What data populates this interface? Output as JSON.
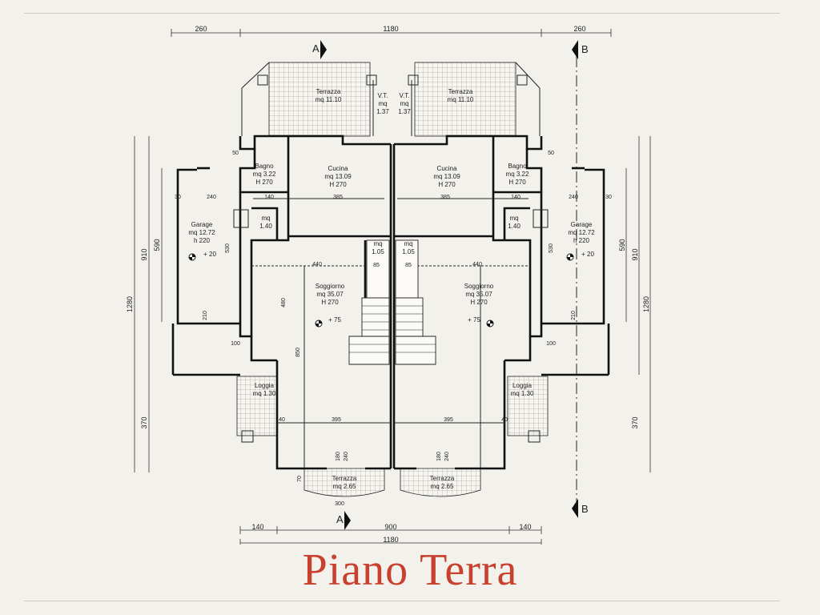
{
  "title": "Piano Terra",
  "section_markers": {
    "a": "A",
    "b": "B"
  },
  "dimensions": {
    "top": [
      "260",
      "1180",
      "260"
    ],
    "bottom": [
      "140",
      "900",
      "140"
    ],
    "bottom_total": "1180",
    "left": [
      "910",
      "590",
      "1280",
      "370"
    ],
    "right": [
      "590",
      "910",
      "1280",
      "370"
    ],
    "inner": [
      "30",
      "240",
      "140",
      "385",
      "440",
      "395",
      "480",
      "850",
      "530",
      "300",
      "70",
      "85",
      "40",
      "50",
      "100",
      "210",
      "180",
      "240"
    ]
  },
  "rooms": {
    "terrazza_top_left": {
      "name": "Terrazza",
      "area": "mq 11.10"
    },
    "terrazza_top_right": {
      "name": "Terrazza",
      "area": "mq 11.10"
    },
    "vt_left": {
      "name": "V.T.",
      "area_label": "mq",
      "area": "1.37"
    },
    "vt_right": {
      "name": "V.T.",
      "area_label": "mq",
      "area": "1.37"
    },
    "bagno_left": {
      "name": "Bagno",
      "area": "mq 3.22",
      "height": "H 270"
    },
    "bagno_right": {
      "name": "Bagno",
      "area": "mq 3.22",
      "height": "H 270"
    },
    "cucina_left": {
      "name": "Cucina",
      "area": "mq 13.09",
      "height": "H 270"
    },
    "cucina_right": {
      "name": "Cucina",
      "area": "mq 13.09",
      "height": "H 270"
    },
    "disimpegno_left": {
      "area_label": "mq",
      "area": "1.40"
    },
    "disimpegno_right": {
      "area_label": "mq",
      "area": "1.40"
    },
    "garage_left": {
      "name": "Garage",
      "area": "mq 12.72",
      "height": "h 220",
      "level": "+ 20"
    },
    "garage_right": {
      "name": "Garage",
      "area": "mq 12.72",
      "height": "h 220",
      "level": "+ 20"
    },
    "ripostiglio_left": {
      "area_label": "mq",
      "area": "1.05"
    },
    "ripostiglio_right": {
      "area_label": "mq",
      "area": "1.05"
    },
    "soggiorno_left": {
      "name": "Soggiorno",
      "area": "mq 35.07",
      "height": "H 270",
      "level": "+ 75"
    },
    "soggiorno_right": {
      "name": "Soggiorno",
      "area": "mq 35.07",
      "height": "H 270",
      "level": "+ 75"
    },
    "loggia_left": {
      "name": "Loggia",
      "area": "mq 1.30"
    },
    "loggia_right": {
      "name": "Loggia",
      "area": "mq 1.30"
    },
    "terrazza_bottom_left": {
      "name": "Terrazza",
      "area": "mq 2.65"
    },
    "terrazza_bottom_right": {
      "name": "Terrazza",
      "area": "mq 2.65"
    }
  }
}
